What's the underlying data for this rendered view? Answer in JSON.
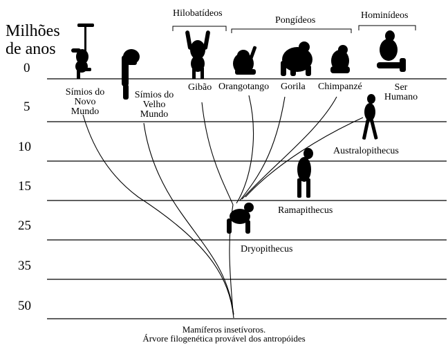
{
  "axis": {
    "title_line1": "Milhões",
    "title_line2": "de anos",
    "ticks": [
      "0",
      "5",
      "10",
      "15",
      "25",
      "35",
      "50"
    ]
  },
  "groups": {
    "hilobatideos": "Hilobatídeos",
    "pongideos": "Pongídeos",
    "hominideos": "Hominídeos"
  },
  "species": {
    "new_world": [
      "Símios do",
      "Novo",
      "Mundo"
    ],
    "old_world": [
      "Símios do",
      "Velho",
      "Mundo"
    ],
    "gibbon": "Gibão",
    "orangutan": "Orangotango",
    "gorilla": "Gorila",
    "chimp": "Chimpanzé",
    "human": [
      "Ser",
      "Humano"
    ]
  },
  "fossils": {
    "australopithecus": "Australopithecus",
    "ramapithecus": "Ramapithecus",
    "dryopithecus": "Dryopithecus"
  },
  "caption": {
    "line1": "Mamíferos insetívoros.",
    "line2": "Árvore filogenética provável dos antropóides"
  }
}
